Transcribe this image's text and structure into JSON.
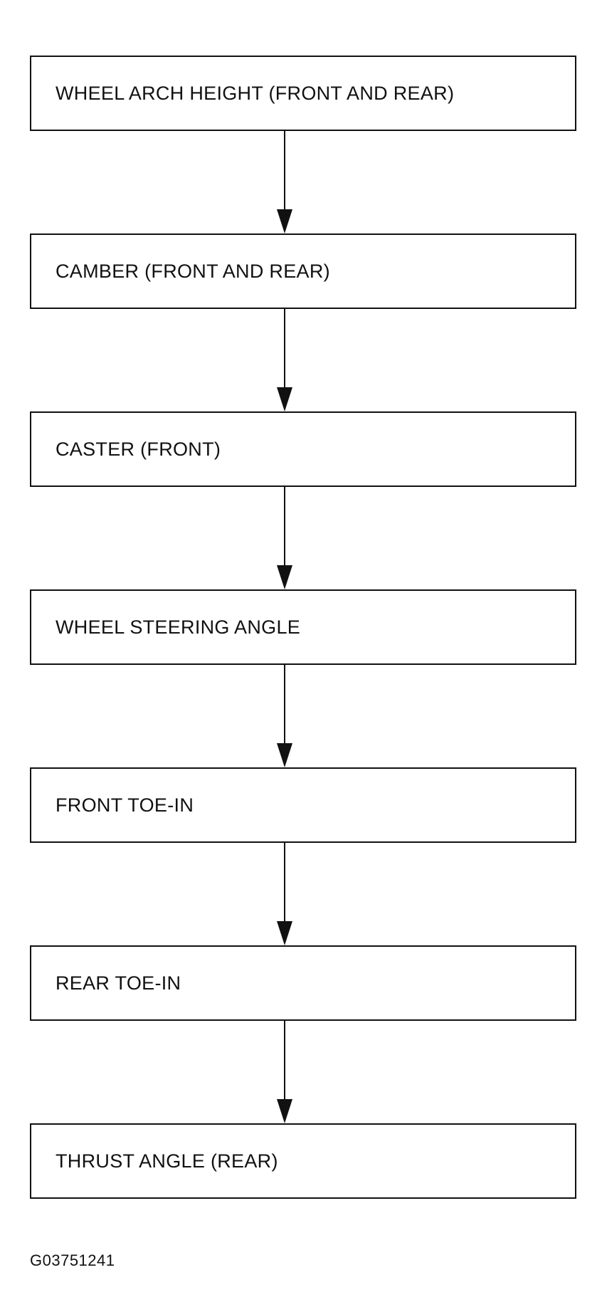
{
  "steps": [
    {
      "label": "WHEEL ARCH HEIGHT (FRONT AND REAR)"
    },
    {
      "label": "CAMBER (FRONT AND REAR)"
    },
    {
      "label": "CASTER (FRONT)"
    },
    {
      "label": "WHEEL STEERING ANGLE"
    },
    {
      "label": "FRONT TOE-IN"
    },
    {
      "label": "REAR TOE-IN"
    },
    {
      "label": "THRUST ANGLE (REAR)"
    }
  ],
  "figure_id": "G03751241"
}
